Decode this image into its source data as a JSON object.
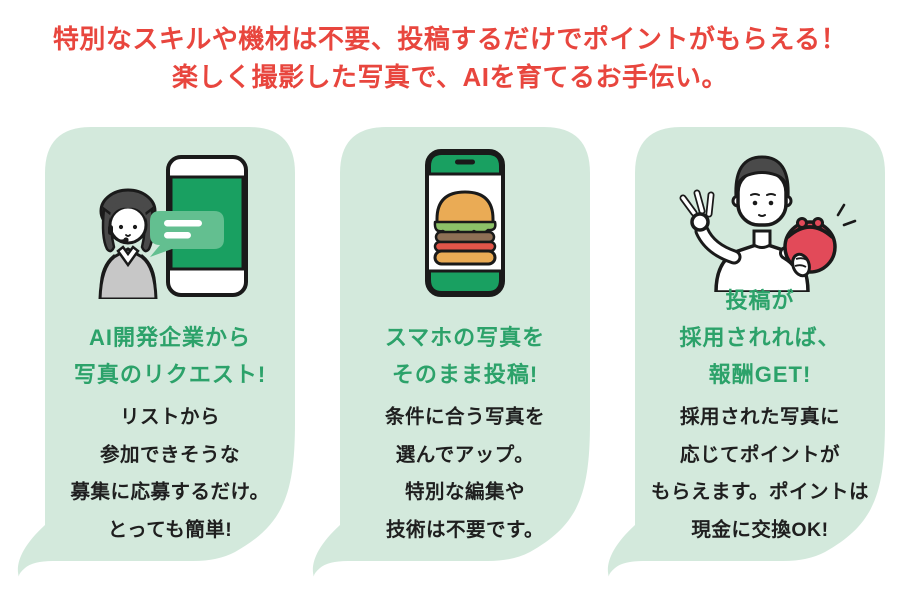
{
  "header": {
    "line1": "特別なスキルや機材は不要、投稿するだけでポイントがもらえる！",
    "line2": "楽しく撮影した写真で、AIを育てるお手伝い。"
  },
  "colors": {
    "heading_red": "#e8463e",
    "title_green": "#2ca26a",
    "body_text": "#1f1f1f",
    "card_bg": "#d3e9dc",
    "phone_green": "#19a061",
    "chat_bubble_green": "#63bf90",
    "hair_gray": "#4a4a4a",
    "vest_gray": "#c7c7c7",
    "bun_tan": "#eaab55",
    "lettuce_green": "#8cc168",
    "patty_brown": "#8e6f55",
    "tomato_red": "#e25549",
    "purse_red": "#e24a59",
    "outline_black": "#1a1a1a"
  },
  "cards": [
    {
      "illustration": "operator-with-smartphone-chat",
      "title_lines": [
        "AI開発企業から",
        "写真のリクエスト!"
      ],
      "body_lines": [
        "リストから",
        "参加できそうな",
        "募集に応募するだけ。",
        "とっても簡単!"
      ]
    },
    {
      "illustration": "smartphone-with-burger-photo",
      "title_lines": [
        "スマホの写真を",
        "そのまま投稿!"
      ],
      "body_lines": [
        "条件に合う写真を",
        "選んでアップ。",
        "特別な編集や",
        "技術は不要です。"
      ]
    },
    {
      "illustration": "person-ok-sign-with-coin-purse",
      "title_lines": [
        "投稿が",
        "採用されれば、",
        "報酬GET!"
      ],
      "body_lines": [
        "採用された写真に",
        "応じてポイントが",
        "もらえます。ポイントは",
        "現金に交換OK!"
      ]
    }
  ]
}
